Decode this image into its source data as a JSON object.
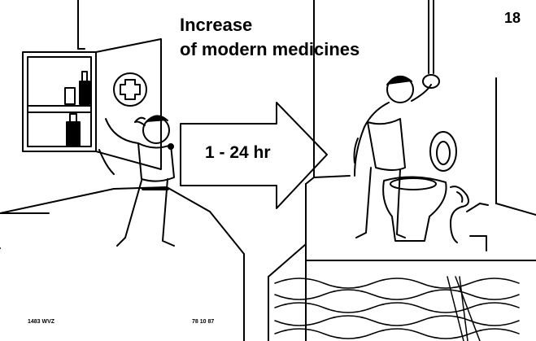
{
  "title_line1": "Increase",
  "title_line2": "of modern medicines",
  "page_number": "18",
  "arrow_label": "1 - 24 hr",
  "footer_code_left": "1483 WVZ",
  "footer_code_right": "78 10 87",
  "colors": {
    "ink": "#000000",
    "paper": "#ffffff"
  }
}
